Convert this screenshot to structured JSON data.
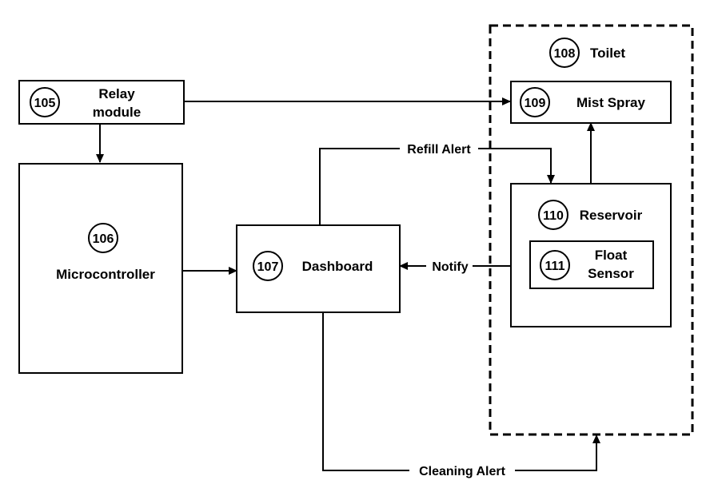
{
  "nodes": {
    "relay": {
      "num": "105",
      "label_line1": "Relay",
      "label_line2": "module"
    },
    "micro": {
      "num": "106",
      "label": "Microcontroller"
    },
    "dash": {
      "num": "107",
      "label": "Dashboard"
    },
    "toilet": {
      "num": "108",
      "label": "Toilet"
    },
    "mist": {
      "num": "109",
      "label": "Mist Spray"
    },
    "reservoir": {
      "num": "110",
      "label": "Reservoir"
    },
    "float": {
      "num": "111",
      "label_line1": "Float",
      "label_line2": "Sensor"
    }
  },
  "edges": {
    "refill": "Refill Alert",
    "notify": "Notify",
    "cleaning": "Cleaning Alert"
  }
}
